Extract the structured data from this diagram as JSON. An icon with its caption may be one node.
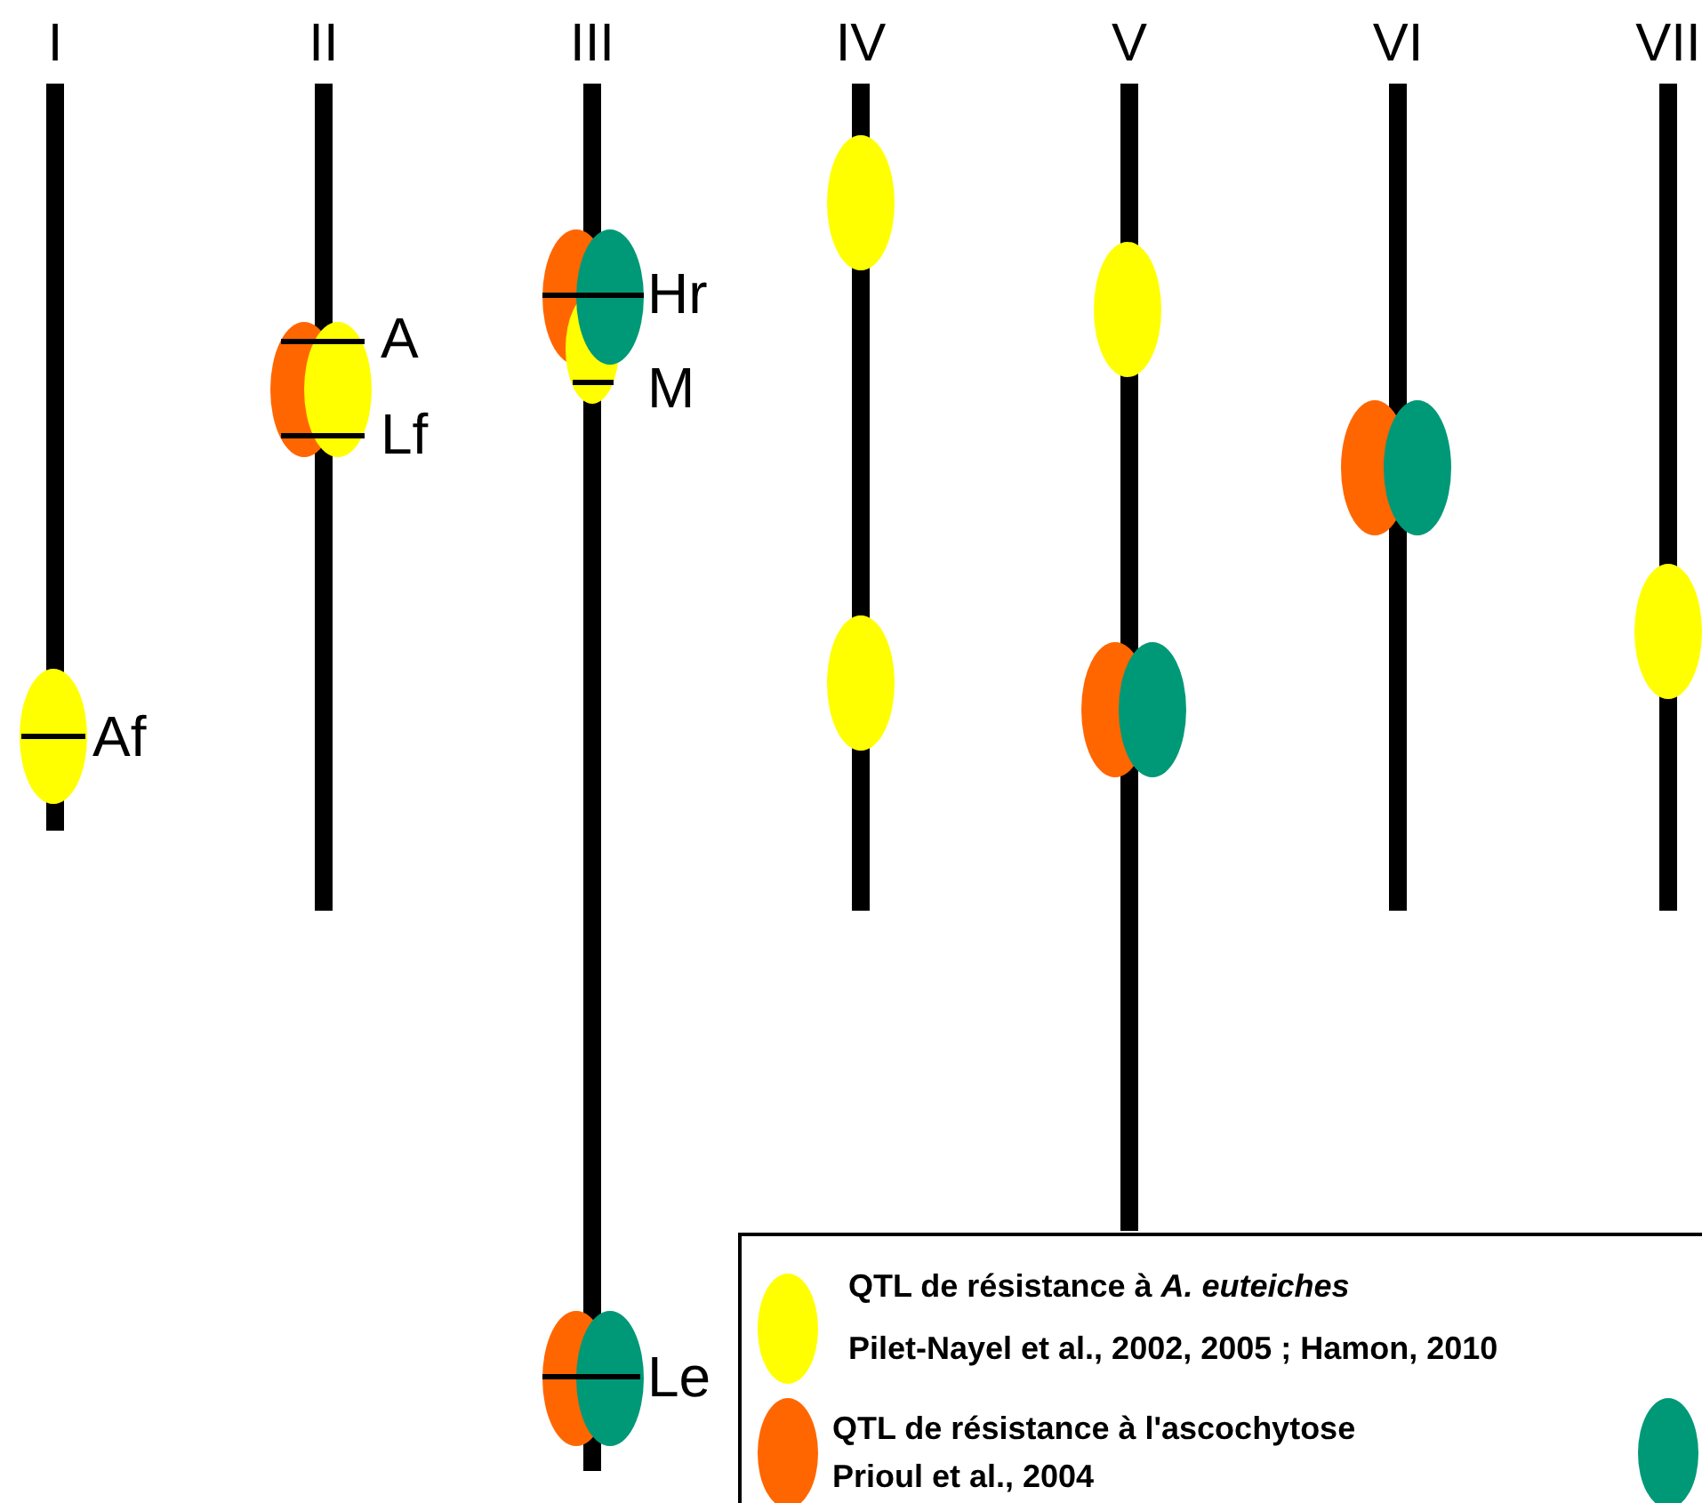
{
  "diagram": {
    "labels": [
      "I",
      "II",
      "III",
      "IV",
      "V",
      "VI",
      "VII",
      "Hr",
      "A",
      "M",
      "Lf",
      "Af",
      "Le",
      "Pilet-Nayel et al., 2002, 2005 ; Hamon, 2010",
      "Prioul et al., 2004"
    ],
    "legend": [
      {
        "text": "QTL de résistance à *A. euteiches*",
        "color": "#ffff00"
      },
      {
        "text": "QTL de résistance à l'ascochytose",
        "color": "#ff6600"
      }
    ]
  }
}
